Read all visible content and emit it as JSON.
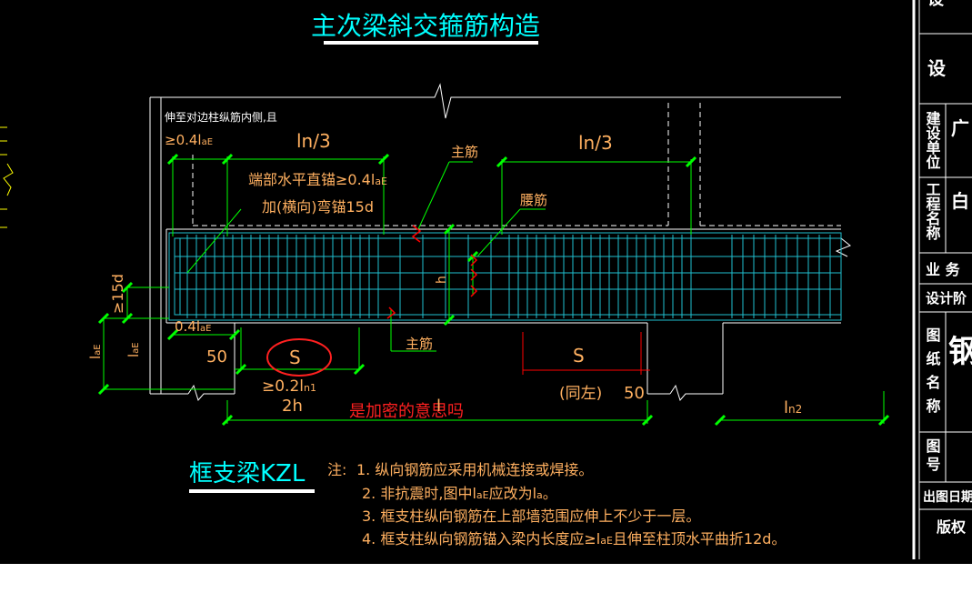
{
  "title": "主次梁斜交箍筋构造",
  "beam_label": "框支梁KZL",
  "labels": {
    "extend_note_1": "伸至对边柱纵筋内侧,且",
    "extend_note_2": "≥0.4l",
    "extend_note_2_sub": "aE",
    "ln3_left": "ln/3",
    "ln3_right": "ln/3",
    "end_anchor_1": "端部水平直锚≥0.4l",
    "end_anchor_1_sub": "aE",
    "end_anchor_2": "加(横向)弯锚15d",
    "main_rebar_top": "主筋",
    "waist_rebar": "腰筋",
    "main_rebar_bottom": "主筋",
    "h": "h",
    "fifteen_d": "≥15d",
    "lae_1": "l",
    "lae_1_sub": "aE",
    "lae_2": "l",
    "lae_2_sub": "aE",
    "anchor_04": "0.4l",
    "anchor_04_sub": "aE",
    "fifty_left": "50",
    "s_left": "S",
    "ge_02": "≥0.2l",
    "ge_02_sub": "n1",
    "two_h": "2h",
    "annotation": "是加密的意思吗",
    "ln_mid": "l",
    "s_right": "S",
    "same_left": "(同左)",
    "fifty_right": "50",
    "ln2": "l",
    "ln2_sub": "n2"
  },
  "notes": {
    "prefix": "注:",
    "n1": "1. 纵向钢筋应采用机械连接或焊接。",
    "n2": "2. 非抗震时,图中l",
    "n2_sub": "aE",
    "n2_tail": "应改为l",
    "n2_tail_sub": "a",
    "n2_end": "。",
    "n3": "3. 框支柱纵向钢筋在上部墙范围应伸上不少于一层。",
    "n4": "4. 框支柱纵向钢筋锚入梁内长度应≥l",
    "n4_sub": "aE",
    "n4_tail": "且伸至柱顶水平曲折12d。"
  },
  "title_block": {
    "r0": "设",
    "r1": "设",
    "r2_label": "建设单位",
    "r2_value": "广",
    "r3_label": "工程名称",
    "r3_value": "白",
    "r4_label": "业 务",
    "r5_label": "设计阶",
    "r6_label": "图纸名称",
    "r6_value": "钢",
    "r7_label": "图号",
    "r8_label": "出图日期",
    "r9_label": "版权"
  },
  "colors": {
    "background": "#000000",
    "white": "#ffffff",
    "cyan": "#00ffff",
    "yellow": "#ffff00",
    "orange": "#ffb060",
    "green": "#00ff00",
    "red": "#ff0000",
    "rebar": "#20c0d0"
  }
}
